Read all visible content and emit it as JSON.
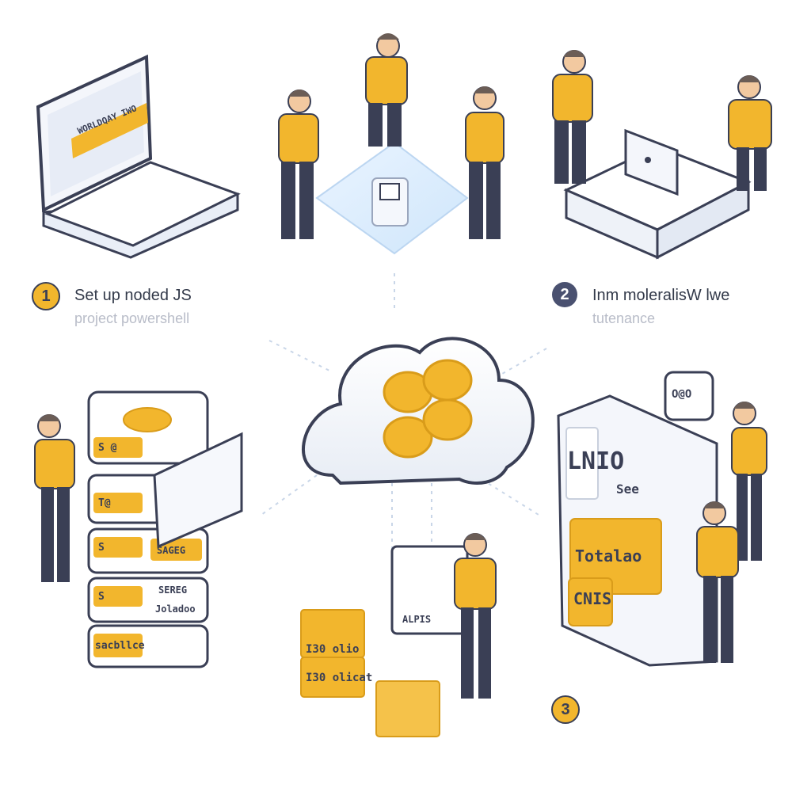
{
  "steps": [
    {
      "number": "1",
      "line1": "Set up  noded JS",
      "line2": "project  powershell"
    },
    {
      "number": "2",
      "line1": "Inm moleralisW lwe",
      "line2": "tutenance"
    },
    {
      "number": "3"
    }
  ],
  "screen_texts": {
    "laptop_banner": "WORLDQAY IWO",
    "stack_top": "S  @",
    "stack_2": "T@",
    "stack_3": "S",
    "stack_3_tag": "SAGEG",
    "stack_4": "S",
    "stack_side_1": "SEREG",
    "stack_side_2": "Joladoo",
    "stack_bottom": "sacbllce",
    "panel_title": "LNIO",
    "panel_side": "See",
    "panel_tag_1": "Totalao",
    "panel_tag_2": "CNIS",
    "bubble": "O@O",
    "boxes_1": "I30 olio",
    "boxes_2": "I30 olicat",
    "card": "ALPIS"
  },
  "colors": {
    "accent": "#f2b62d",
    "accent_dark": "#d99c1a",
    "navy": "#3a3f55",
    "line": "#c9d6e8"
  }
}
